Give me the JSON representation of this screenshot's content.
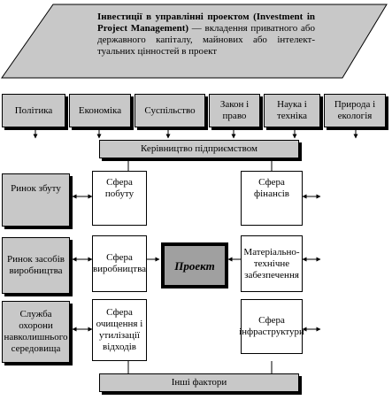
{
  "header": {
    "title_bold": "Інвестиції в управлінні проектом (Investment in Project Management)",
    "title_rest": " — вкладення приватного або державного капіталу, майнових або інтелект-туальних цінностей в проект"
  },
  "factors": [
    {
      "label": "Політика"
    },
    {
      "label": "Економіка"
    },
    {
      "label": "Суспільство"
    },
    {
      "label": "Закон і право"
    },
    {
      "label": "Наука і техніка"
    },
    {
      "label": "Природа і екологія"
    }
  ],
  "management": {
    "label": "Керівництво підприємством"
  },
  "external_left": [
    {
      "label": "Ринок збуту"
    },
    {
      "label": "Ринок засобів виробництва"
    },
    {
      "label": "Служба охорони навколишнього середовища"
    }
  ],
  "spheres_left": [
    {
      "label": "Сфера побуту"
    },
    {
      "label": "Сфера виробництва"
    },
    {
      "label": "Сфера очищення і утилізації відходів"
    }
  ],
  "spheres_right": [
    {
      "label": "Сфера фінансів"
    },
    {
      "label": "Матеріально-технічне забезпечення"
    },
    {
      "label": "Сфера інфраструктури"
    }
  ],
  "project": {
    "label": "Проект"
  },
  "other": {
    "label": "Інші фактори"
  }
}
